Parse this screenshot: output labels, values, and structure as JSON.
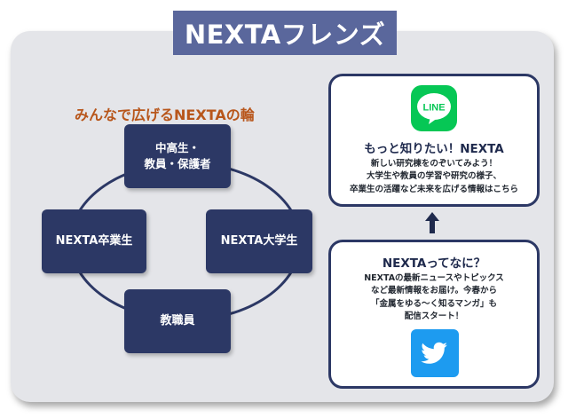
{
  "banner": {
    "title": "NEXTAフレンズ"
  },
  "diagram": {
    "subtitle": "みんなで広げるNEXTAの輪",
    "nodes": {
      "top_line1": "中高生・",
      "top_line2": "教員・保護者",
      "left": "NEXTA卒業生",
      "right": "NEXTA大学生",
      "bottom": "教職員"
    }
  },
  "line_card": {
    "icon_text": "LINE",
    "heading": "もっと知りたい！NEXTA",
    "lines": [
      "新しい研究棟をのぞいてみよう！",
      "大学生や教員の学習や研究の様子、",
      "卒業生の活躍など未来を広げる情報はこちら"
    ]
  },
  "twitter_card": {
    "heading": "NEXTAってなに？",
    "lines": [
      "NEXTAの最新ニュースやトピックス",
      "など最新情報をお届け。今春から",
      "「金属をゆる～く知るマンガ」も",
      "配信スタート！"
    ]
  },
  "colors": {
    "banner": "#5a679c",
    "navy": "#2c3865",
    "subtitle": "#b8561b",
    "line_green": "#06c755",
    "twitter_blue": "#1d9bf0",
    "panel": "#e4e5e9"
  }
}
